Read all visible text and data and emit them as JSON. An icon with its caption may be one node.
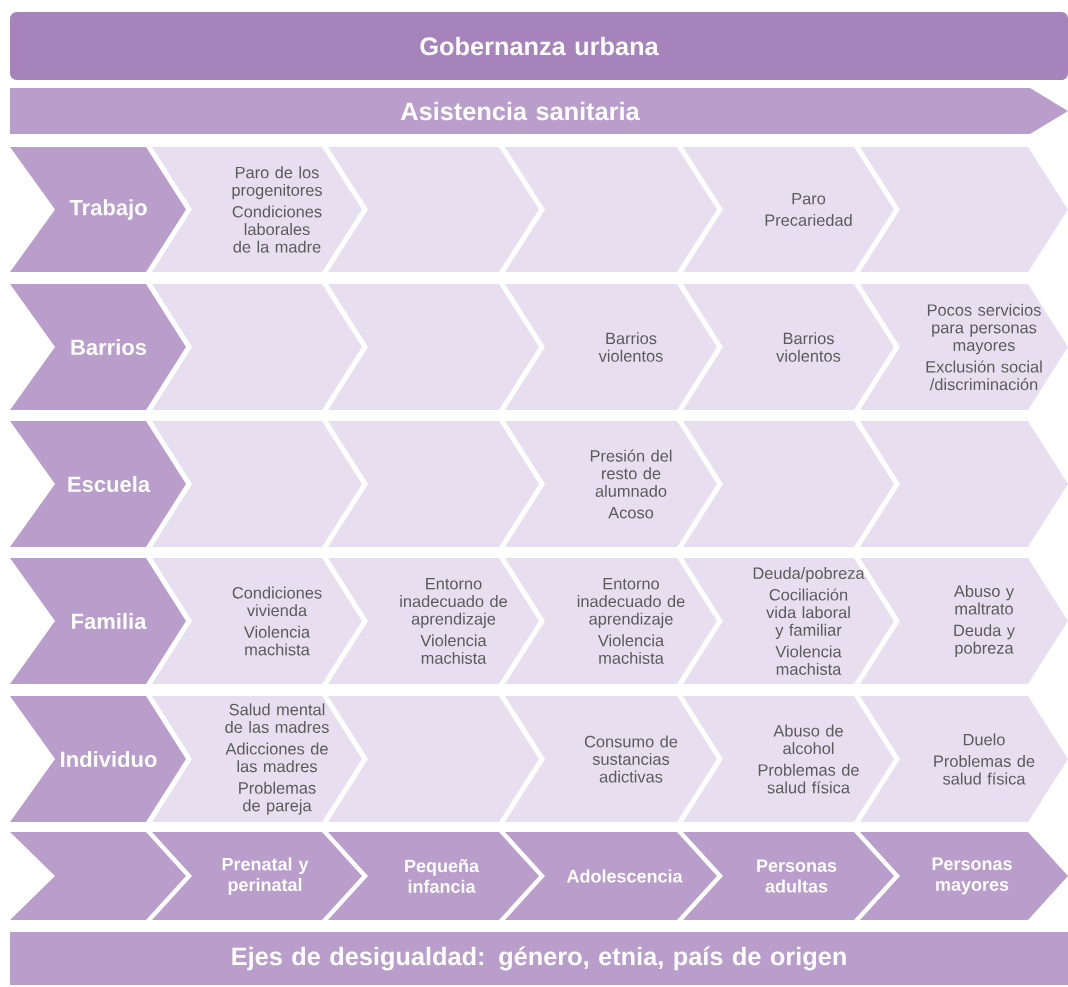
{
  "diagram": {
    "nodes": [
      {
        "text": [
          "Gobernanza urbana"
        ]
      },
      {
        "text": [
          "Asistencia sanitaria"
        ]
      },
      {
        "text": [
          "Trabajo"
        ]
      },
      {
        "text": [
          "Paro de los progenitores",
          "Condiciones laborales de la madre"
        ]
      },
      {
        "text": [],
        "shape": "chevron"
      },
      {
        "text": [],
        "shape": "chevron"
      },
      {
        "text": [
          "Paro",
          "Precariedad"
        ]
      },
      {
        "text": [],
        "shape": "chevron"
      },
      {
        "text": [
          "Barrios"
        ]
      },
      {
        "text": [],
        "shape": "chevron"
      },
      {
        "text": [],
        "shape": "chevron"
      },
      {
        "text": [
          "Barrios violentos"
        ]
      },
      {
        "text": [
          "Barrios violentos"
        ]
      },
      {
        "text": [
          "Pocos servicios para personas mayores",
          "Exclusión social /discriminación"
        ]
      },
      {
        "text": [
          "Escuela"
        ]
      },
      {
        "text": [],
        "shape": "chevron"
      },
      {
        "text": [],
        "shape": "chevron"
      },
      {
        "text": [
          "Presión del resto de alumnado",
          "Acoso"
        ]
      },
      {
        "text": [],
        "shape": "chevron"
      },
      {
        "text": [],
        "shape": "chevron"
      },
      {
        "text": [
          "Familia"
        ]
      },
      {
        "text": [
          "Condiciones vivienda",
          "Violencia machista"
        ]
      },
      {
        "text": [
          "Entorno inadecuado de aprendizaje",
          "Violencia machista"
        ]
      },
      {
        "text": [
          "Entorno inadecuado de aprendizaje",
          "Violencia machista"
        ]
      },
      {
        "text": [
          "Deuda/pobreza",
          "Cociliación vida laboral y familiar",
          "Violencia machista"
        ]
      },
      {
        "text": [
          "Abuso y maltrato",
          "Deuda y pobreza"
        ]
      },
      {
        "text": [
          "Individuo"
        ]
      },
      {
        "text": [
          "Salud mental de las madres",
          "Adicciones de las madres",
          "Problemas de pareja"
        ]
      },
      {
        "text": [],
        "shape": "chevron"
      },
      {
        "text": [
          "Consumo de sustancias adictivas"
        ]
      },
      {
        "text": [
          "Abuso de alcohol",
          "Problemas de salud física"
        ]
      },
      {
        "text": [
          "Duelo",
          "Problemas de salud física"
        ]
      },
      {
        "text": [],
        "shape": "chevron"
      },
      {
        "text": [
          "Prenatal y perinatal"
        ]
      },
      {
        "text": [
          "Pequeña infancia"
        ]
      },
      {
        "text": [
          "Adolescencia"
        ]
      },
      {
        "text": [
          "Personas adultas"
        ]
      },
      {
        "text": [
          "Personas mayores"
        ]
      },
      {
        "text": [
          "Ejes de desigualdad: género, etnia, país de origen"
        ]
      }
    ]
  }
}
